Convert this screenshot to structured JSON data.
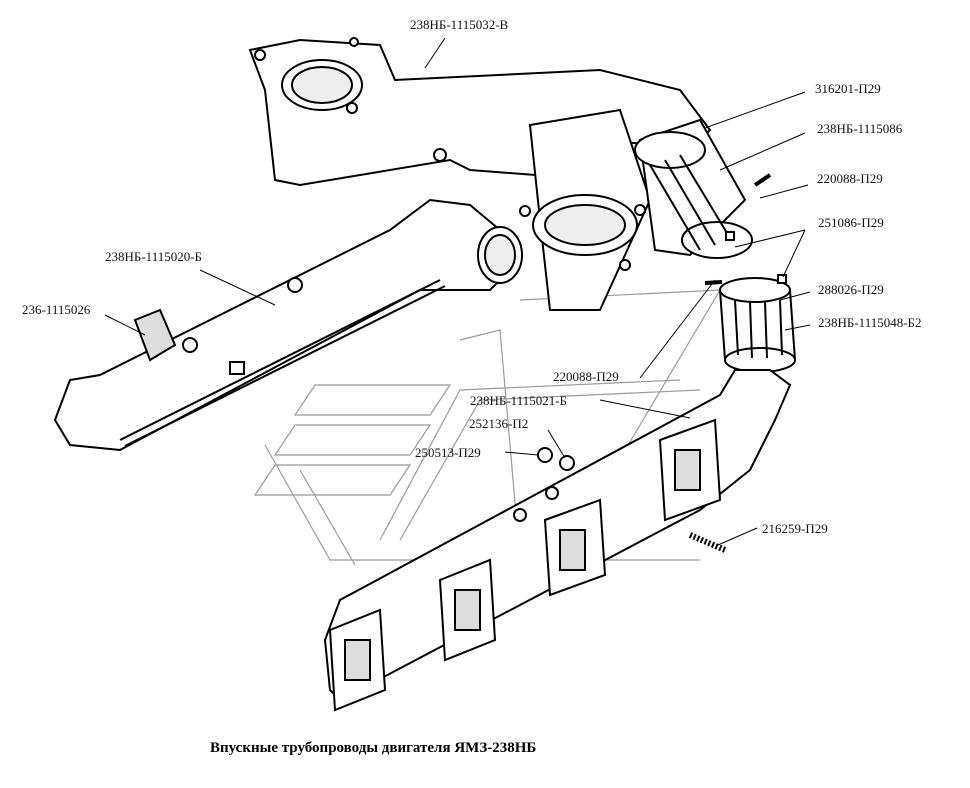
{
  "caption": "Впускные трубопроводы двигателя ЯМЗ-238НБ",
  "colors": {
    "line": "#000000",
    "watermark": "#9a9a9a",
    "background": "#ffffff"
  },
  "parts": {
    "upper_manifold": "238НБ-1115032-В",
    "clamp_top": "316201-П29",
    "hose_top": "238НБ-1115086",
    "bolt_top": "220088-П29",
    "nut_square": "251086-П29",
    "clamp_lower": "288026-П29",
    "hose_lower": "238НБ-1115048-Б2",
    "left_manifold": "238НБ-1115020-Б",
    "gasket": "236-1115026",
    "bolt_lower": "220088-П29",
    "right_manifold": "238НБ-1115021-Б",
    "washer": "252136-П2",
    "nut": "250513-П29",
    "stud": "216259-П29"
  }
}
